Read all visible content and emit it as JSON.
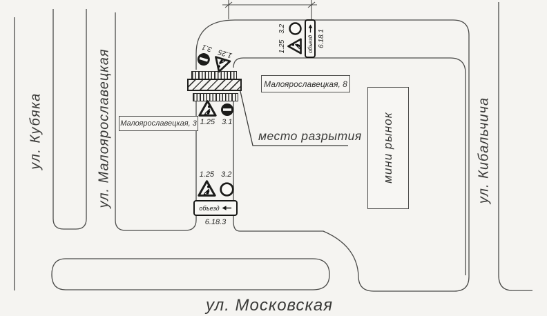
{
  "drawing": {
    "streets": {
      "kubyaka": "ул. Кубяка",
      "maloyaroslavetskaya": "ул. Малоярославецкая",
      "kibalchicha": "ул. Кибальчича",
      "moskovskaya": "ул. Московская"
    },
    "places": {
      "building_3": "Малоярославецкая, 3",
      "building_8": "Малоярославецкая, 8",
      "mini_market": "мини рынок",
      "excavation_note": "место разрытия"
    },
    "sign_groups": {
      "curve": {
        "roadworks_code": "1.25",
        "no_entry_code": "3.1"
      },
      "top_right": {
        "roadworks_code": "1.25",
        "no_traffic_code": "3.2",
        "detour_label": "объезд",
        "detour_code": "6.18.1"
      },
      "below_excavation": {
        "roadworks_code": "1.25",
        "no_entry_code": "3.1"
      },
      "bottom": {
        "roadworks_code": "1.25",
        "no_traffic_code": "3.2",
        "detour_label": "объезд",
        "detour_code": "6.18.3"
      }
    }
  }
}
